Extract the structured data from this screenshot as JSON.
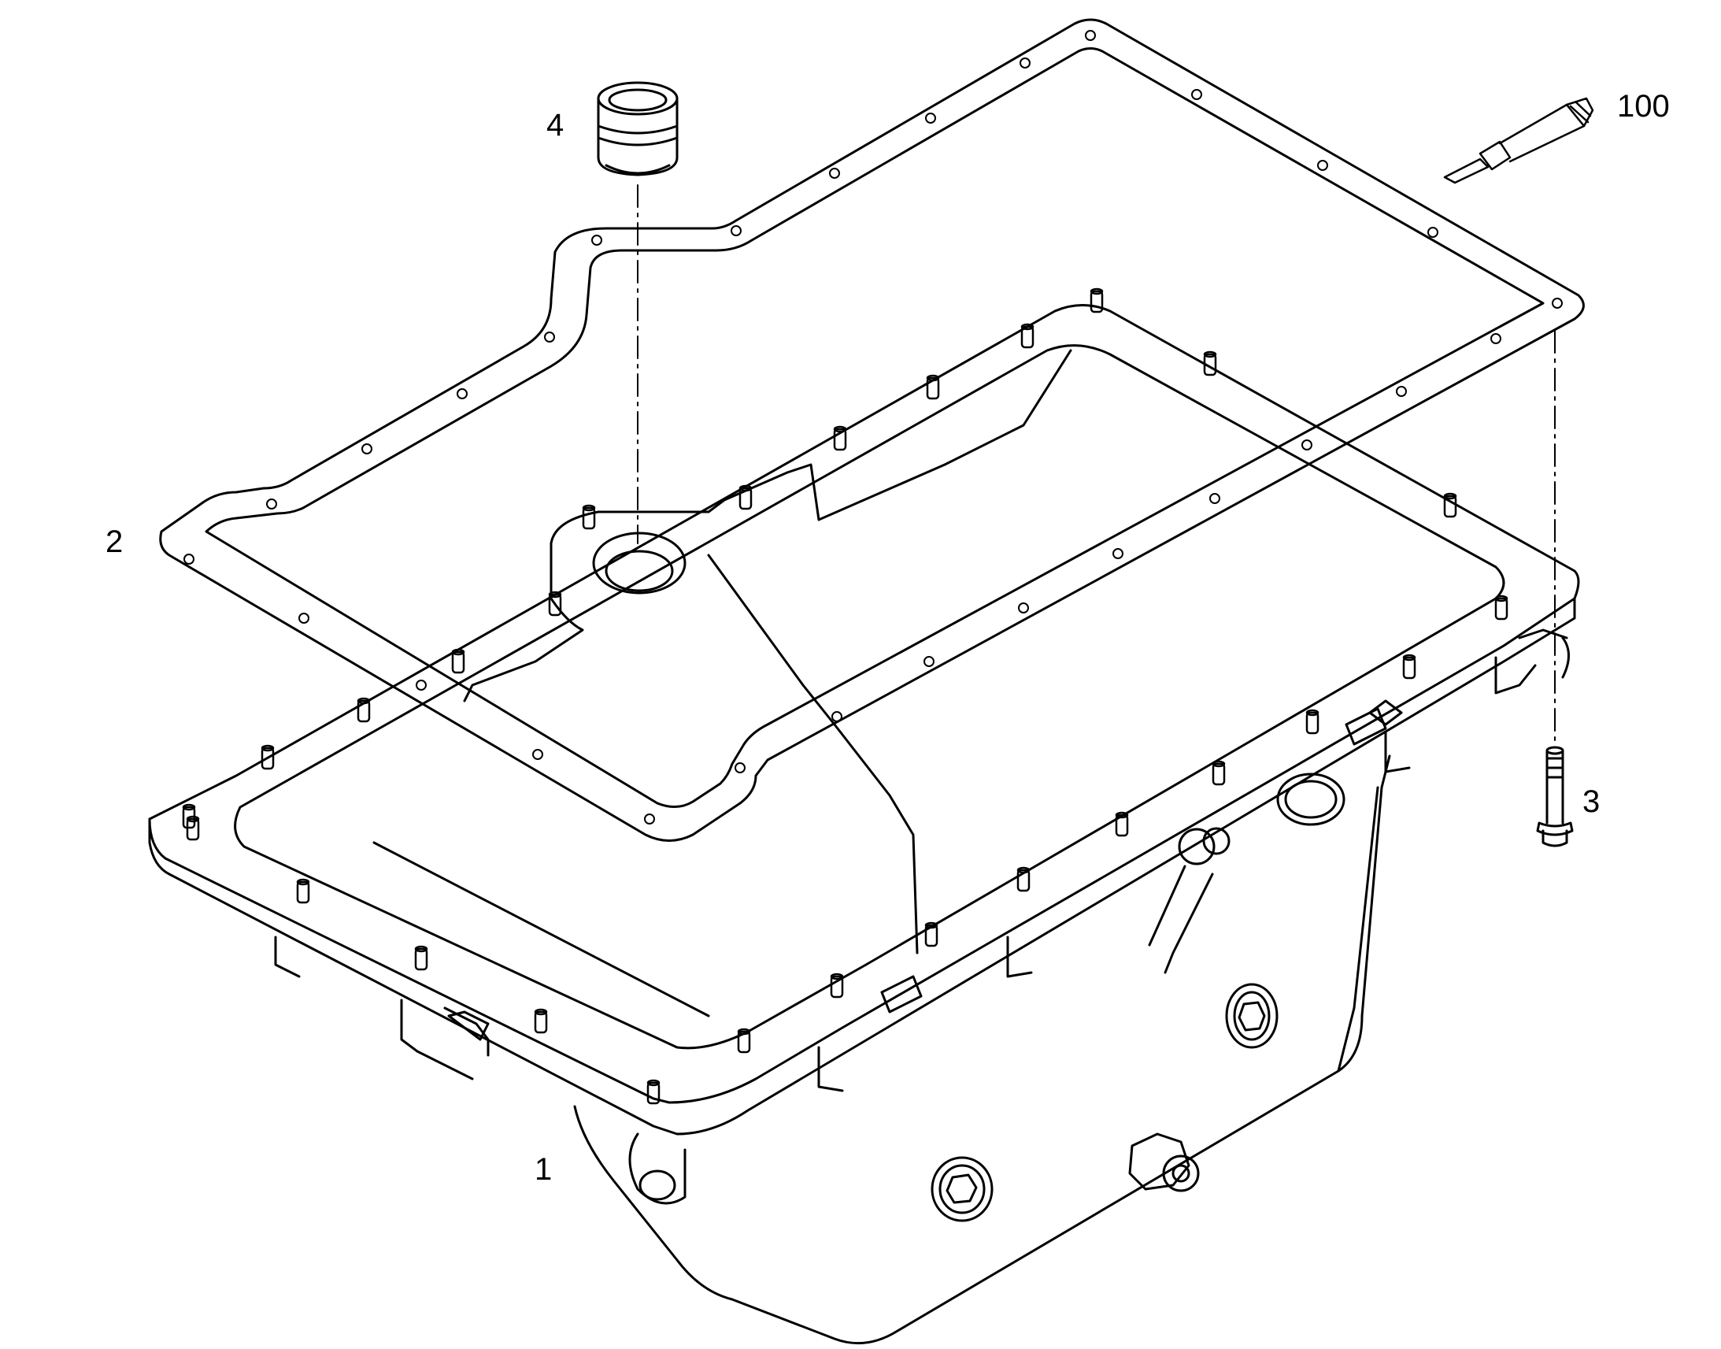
{
  "diagram": {
    "callouts": {
      "oil_pan": "1",
      "gasket": "2",
      "bolt": "3",
      "plug": "4",
      "sealant": "100"
    },
    "line_color": "#000000",
    "background_color": "#ffffff"
  }
}
